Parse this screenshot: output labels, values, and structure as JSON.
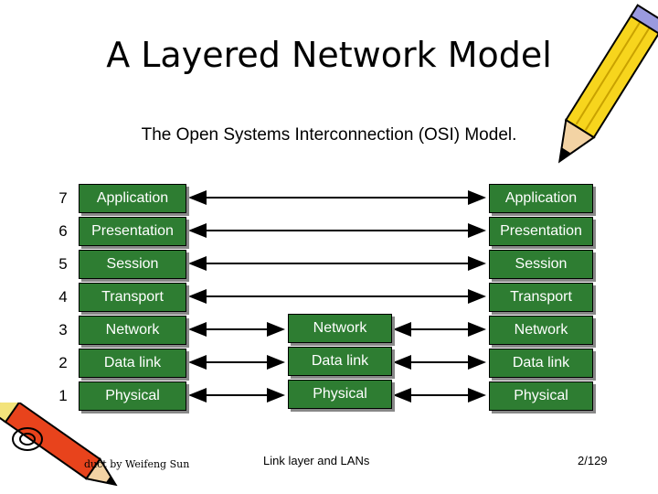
{
  "title": "A Layered Network Model",
  "subtitle": "The Open Systems Interconnection (OSI) Model.",
  "layers": [
    {
      "num": "7",
      "name": "Application"
    },
    {
      "num": "6",
      "name": "Presentation"
    },
    {
      "num": "5",
      "name": "Session"
    },
    {
      "num": "4",
      "name": "Transport"
    },
    {
      "num": "3",
      "name": "Network"
    },
    {
      "num": "2",
      "name": "Data link"
    },
    {
      "num": "1",
      "name": "Physical"
    }
  ],
  "middle": [
    "Network",
    "Data link",
    "Physical"
  ],
  "footer": {
    "left": "duct by Weifeng Sun",
    "center": "Link layer and LANs",
    "page": "2/129"
  },
  "colors": {
    "box": "#2e7d32",
    "box_text": "#ffffff"
  },
  "decorations": [
    "pencil-icon",
    "pencil-icon"
  ]
}
